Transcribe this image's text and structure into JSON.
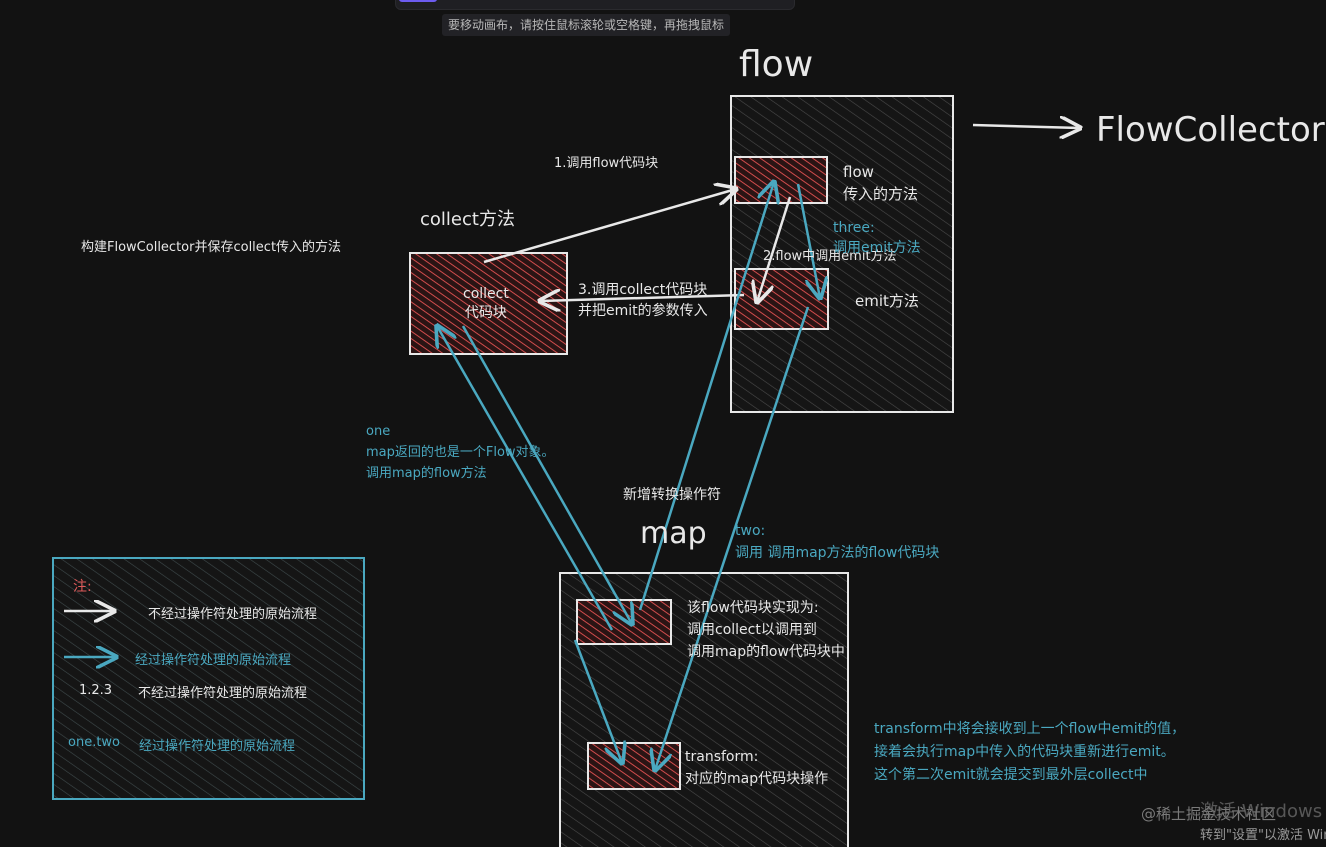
{
  "hint": "要移动画布，请按住鼠标滚轮或空格键，再拖拽鼠标",
  "flow_title": "flow",
  "flow_collector": "FlowCollector",
  "collect_method_title": "collect方法",
  "collect_build_note": "构建FlowCollector并保存collect传入的方法",
  "collect_box": [
    "collect",
    "代码块"
  ],
  "step1": "1.调用flow代码块",
  "step2": "2.flow中调用emit方法",
  "step3": [
    "3.调用collect代码块",
    "并把emit的参数传入"
  ],
  "flow_block_label": [
    "flow",
    "传入的方法"
  ],
  "emit_label": "emit方法",
  "three_label": [
    "three:",
    "调用emit方法"
  ],
  "one_label": [
    "one",
    "map返回的也是一个Flow对象。",
    "调用map的flow方法"
  ],
  "new_operator": "新增转换操作符",
  "map_title": "map",
  "two_label": [
    "two:",
    "调用  调用map方法的flow代码块"
  ],
  "map_block_label": [
    "该flow代码块实现为:",
    "调用collect以调用到",
    "调用map的flow代码块中"
  ],
  "transform_label": [
    "transform:",
    "对应的map代码块操作"
  ],
  "transform_note": [
    "transform中将会接收到上一个flow中emit的值，",
    "接着会执行map中传入的代码块重新进行emit。",
    "这个第二次emit就会提交到最外层collect中"
  ],
  "legend": {
    "title": "注:",
    "row1": "不经过操作符处理的原始流程",
    "row2": "经过操作符处理的原始流程",
    "row3_key": "1.2.3",
    "row3": "不经过操作符处理的原始流程",
    "row4_key": "one.two",
    "row4": "经过操作符处理的原始流程"
  },
  "watermark": [
    "@稀土掘金技术社区",
    "激活 Windows",
    "转到\"设置\"以激活 Windows。"
  ],
  "colors": {
    "background": "#121212",
    "stroke": "#e8e8e8",
    "cyan": "#4aa8c0",
    "red_fill": "#c94a4a"
  }
}
